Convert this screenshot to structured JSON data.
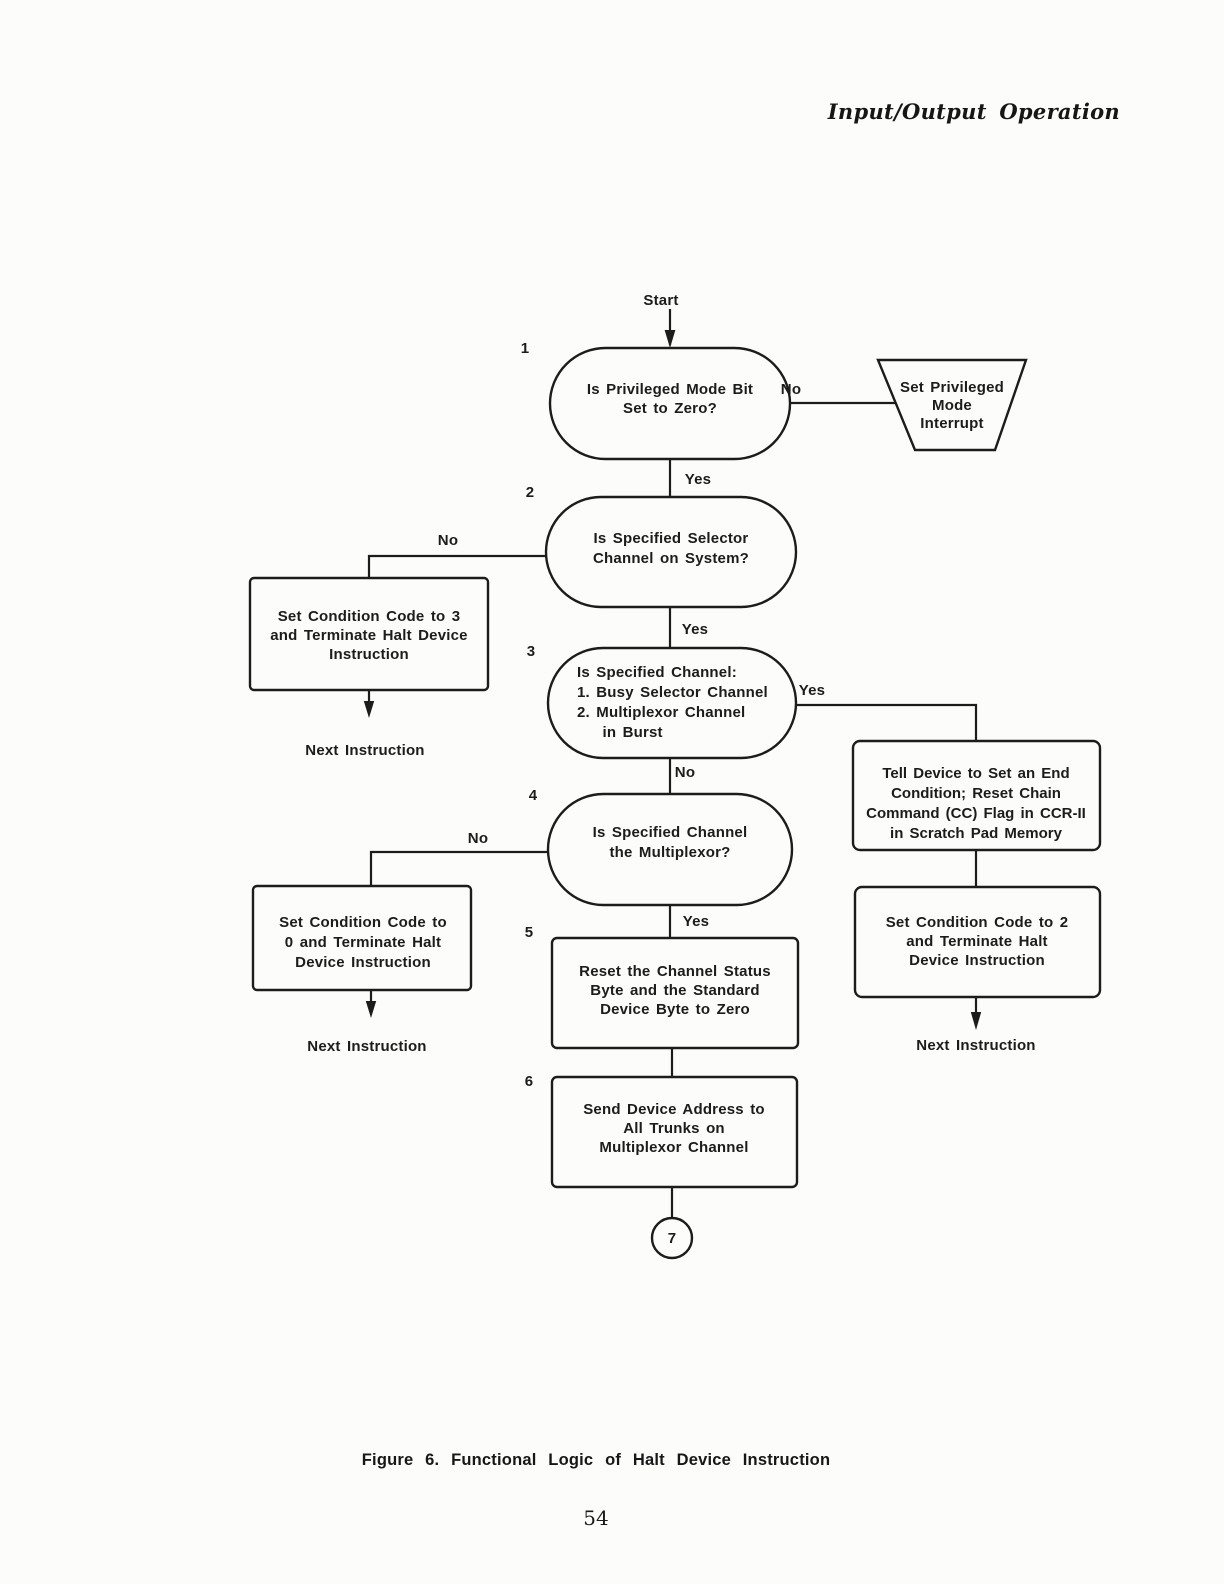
{
  "page": {
    "running_head": "Input/Output Operation",
    "caption": "Figure 6. Functional Logic of Halt Device Instruction",
    "page_number": "54"
  },
  "flowchart": {
    "start_label": "Start",
    "connector_label": "7",
    "ink_color": "#1c1c1c",
    "edge_labels": {
      "yes": "Yes",
      "no": "No"
    },
    "steps": [
      {
        "number": "1",
        "shape": "decision-stadium",
        "label": "Is Privileged Mode Bit\nSet to Zero?"
      },
      {
        "number": "2",
        "shape": "decision-stadium",
        "label": "Is Specified Selector\nChannel on System?"
      },
      {
        "number": "3",
        "shape": "decision-stadium",
        "label": "Is Specified Channel:\n1. Busy Selector Channel\n2. Multiplexor Channel\n    in Burst"
      },
      {
        "number": "4",
        "shape": "decision-stadium",
        "label": "Is Specified Channel\nthe Multiplexor?"
      },
      {
        "number": "5",
        "shape": "process-rect",
        "label": "Reset the Channel Status\nByte and the Standard\nDevice Byte to Zero"
      },
      {
        "number": "6",
        "shape": "process-rect",
        "label": "Send Device Address to\nAll Trunks on\nMultiplexor Channel"
      }
    ],
    "outcomes": {
      "privileged_mode_interrupt": "Set Privileged\nMode\nInterrupt",
      "set_cc3": "Set Condition Code to 3\nand Terminate Halt Device\nInstruction",
      "set_cc0": "Set Condition Code to\n0 and Terminate Halt\nDevice Instruction",
      "tell_device": "Tell Device to Set an End\nCondition; Reset Chain\nCommand (CC) Flag in CCR-II\nin Scratch Pad Memory",
      "set_cc2": "Set Condition Code to 2\nand Terminate Halt\nDevice Instruction",
      "next_instruction": "Next Instruction"
    }
  }
}
